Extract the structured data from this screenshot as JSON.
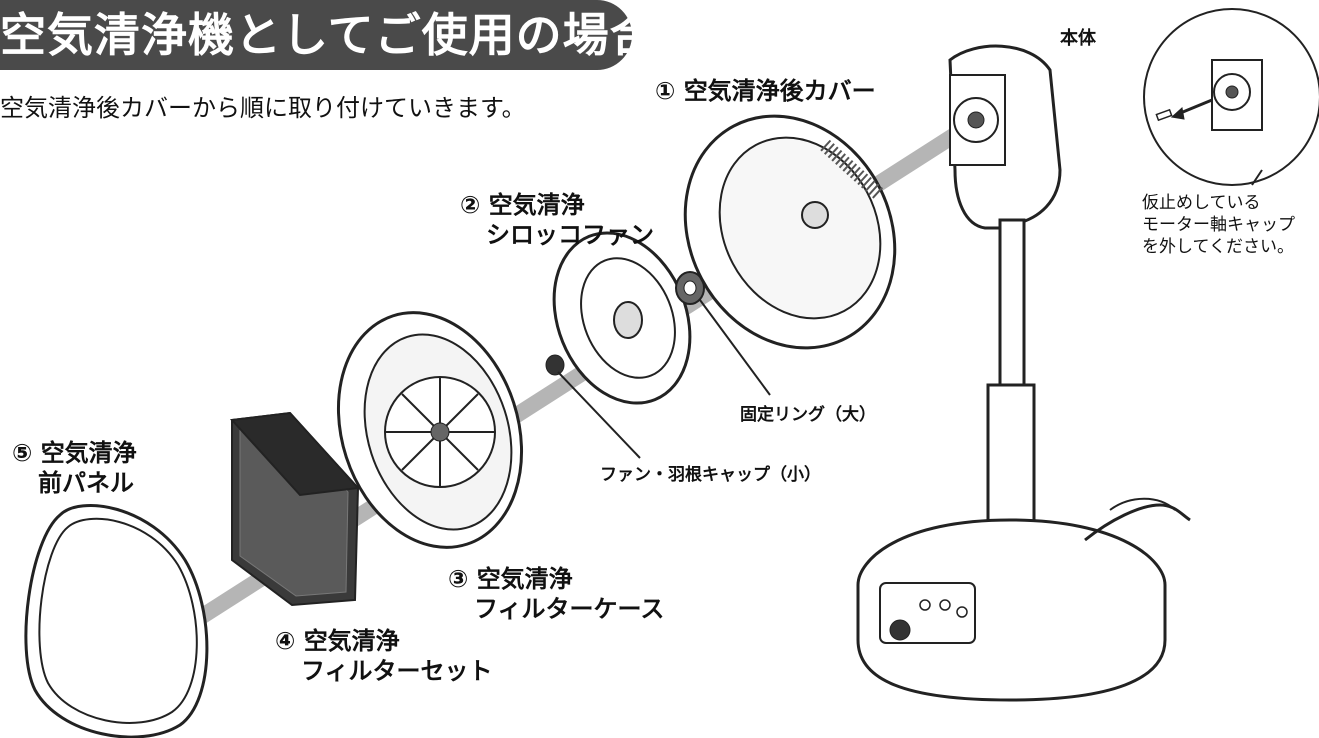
{
  "title": "空気清浄機としてご使用の場合",
  "subtitle": "空気清浄後カバーから順に取り付けていきます。",
  "body_label": "本体",
  "parts": [
    {
      "number": "①",
      "lines": [
        "空気清浄後カバー"
      ]
    },
    {
      "number": "②",
      "lines": [
        "空気清浄",
        "シロッコファン"
      ]
    },
    {
      "number": "③",
      "lines": [
        "空気清浄",
        "フィルターケース"
      ]
    },
    {
      "number": "④",
      "lines": [
        "空気清浄",
        "フィルターセット"
      ]
    },
    {
      "number": "⑤",
      "lines": [
        "空気清浄",
        "前パネル"
      ]
    }
  ],
  "callouts": {
    "fixing_ring": "固定リング（大）",
    "fan_cap": "ファン・羽根キャップ（小）"
  },
  "note_lines": [
    "仮止めしている",
    "モーター軸キャップ",
    "を外してください。"
  ],
  "colors": {
    "banner": "#4a4a4a",
    "axis": "#b5b5b5",
    "line": "#222222"
  }
}
